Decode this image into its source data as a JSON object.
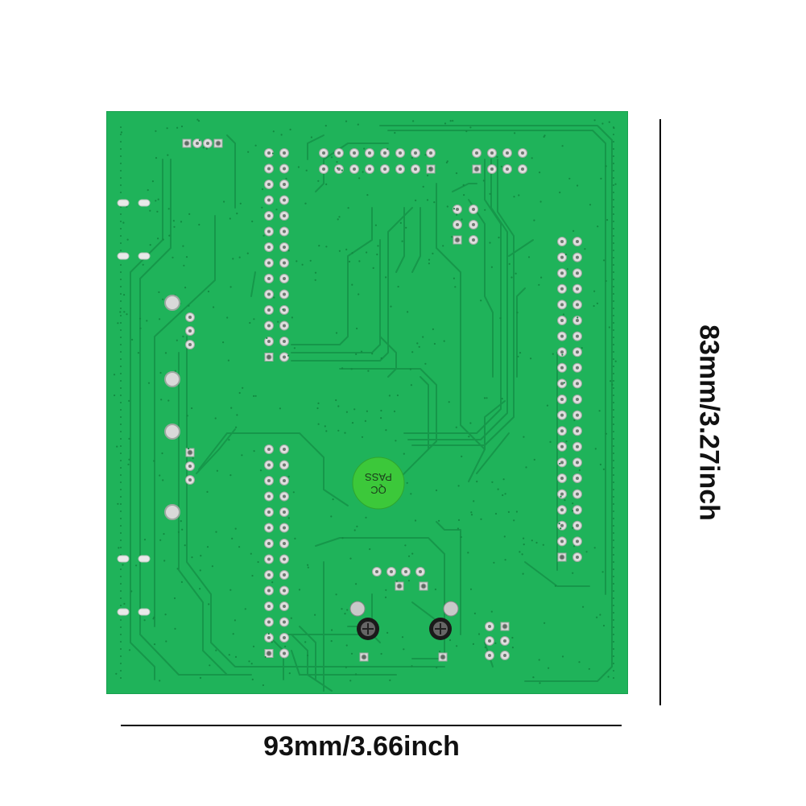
{
  "dimensions": {
    "width_label": "93mm/3.66inch",
    "height_label": "83mm/3.27inch"
  },
  "board": {
    "color": "#1fb35a",
    "edge_color": "#17a04f",
    "trace_color": "#148a42",
    "qc_sticker": {
      "line1": "QC",
      "line2": "PASS",
      "color": "#3cc83a"
    }
  }
}
